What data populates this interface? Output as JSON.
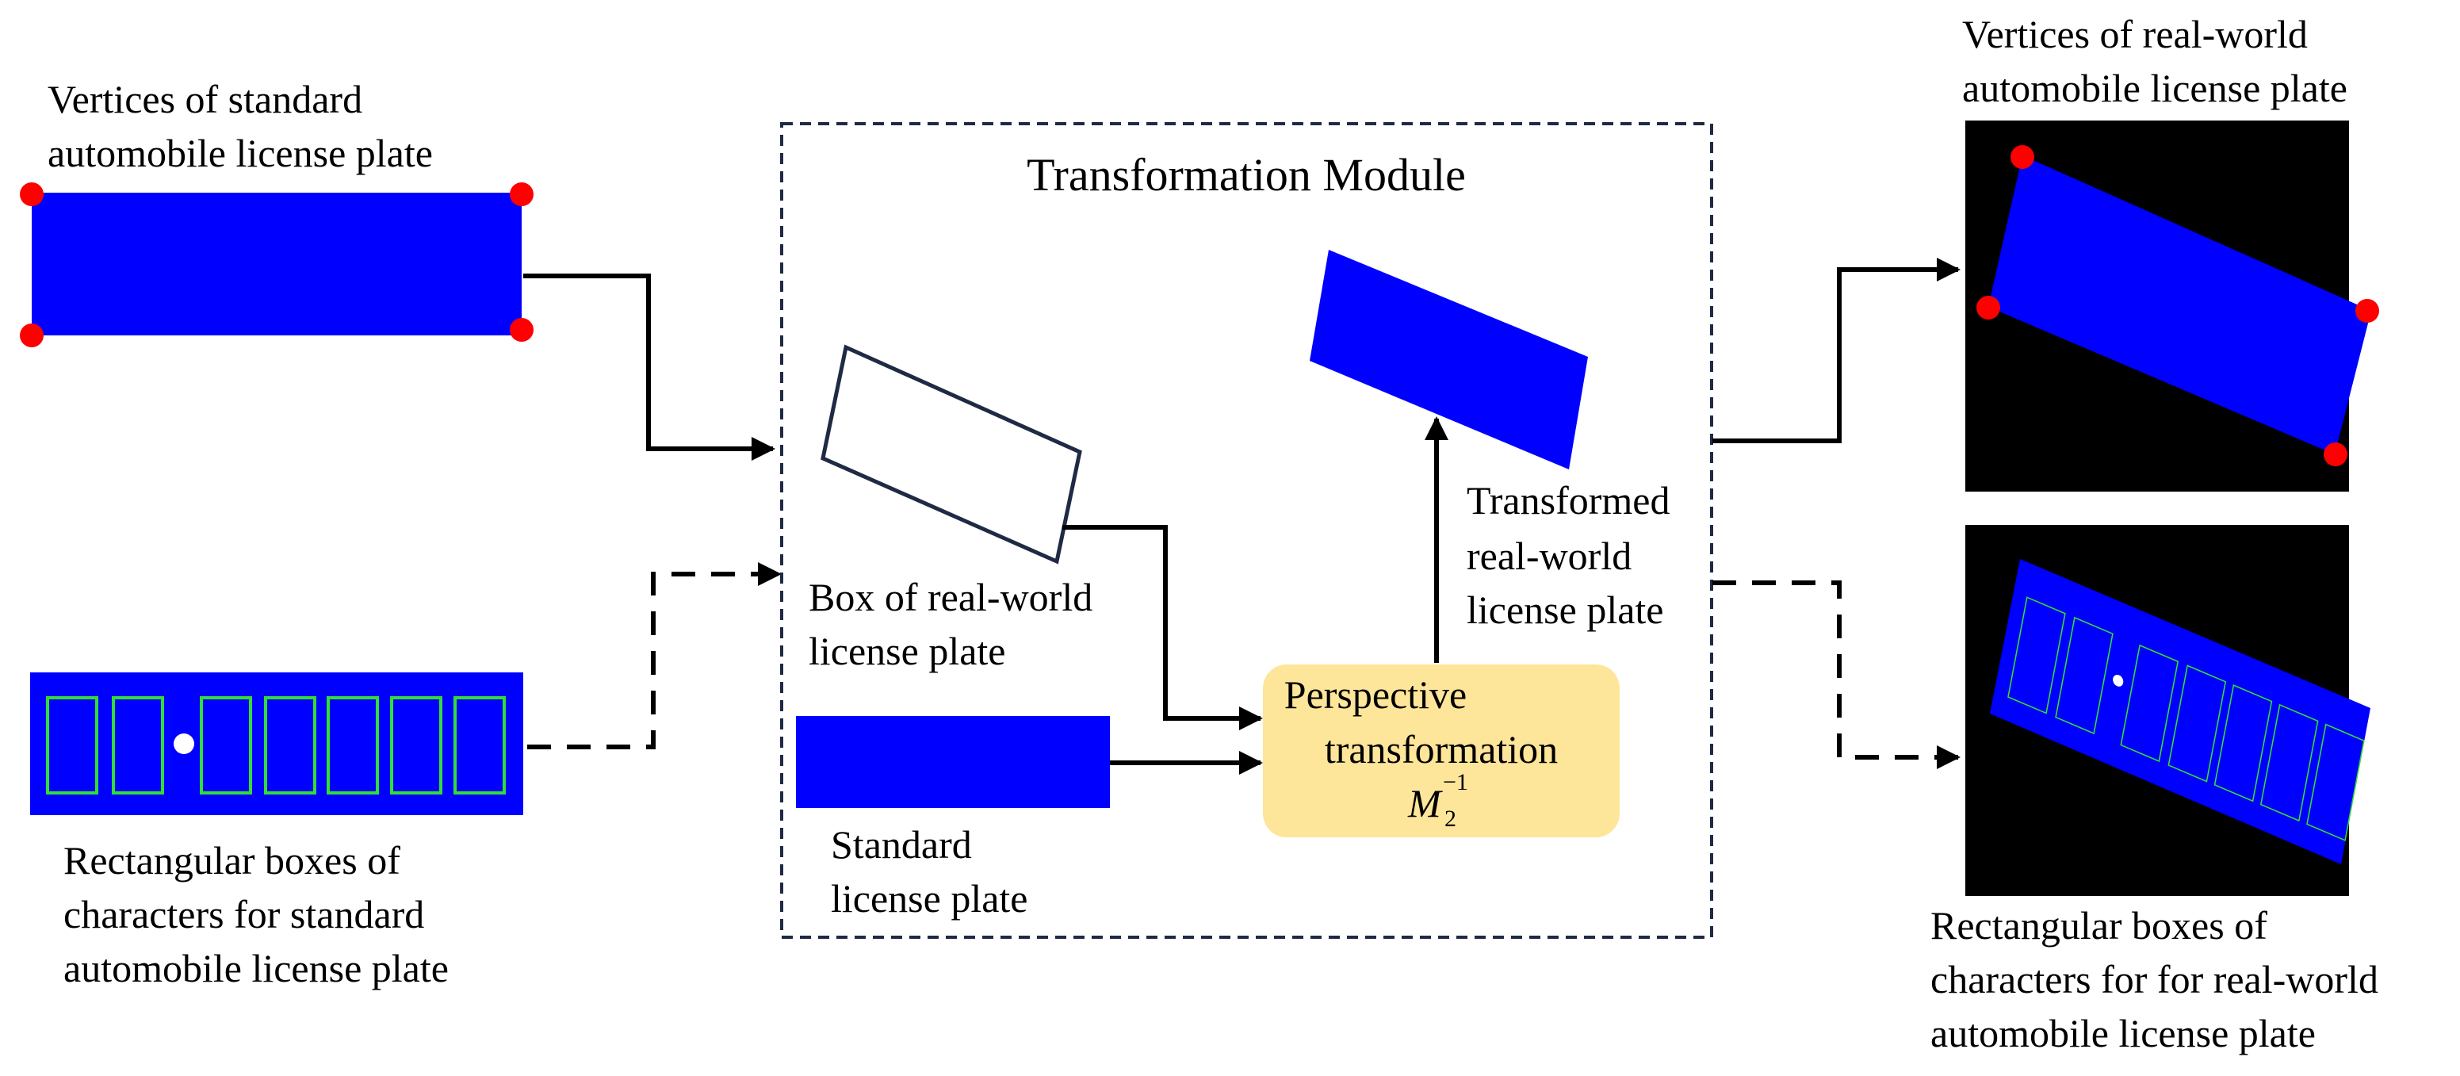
{
  "colors": {
    "plate_blue": "#0000ff",
    "vertex_red": "#ff0000",
    "char_box_green": "#33dd33",
    "module_border": "#1f2a44",
    "perspective_fill": "#fde59a",
    "image_bg": "#000000",
    "dot_white": "#ffffff"
  },
  "labels": {
    "std_vertices": [
      "Vertices of standard",
      "automobile license plate"
    ],
    "std_char_boxes": [
      "Rectangular boxes of",
      "characters for standard",
      "automobile license plate"
    ],
    "module_title": "Transformation Module",
    "box_real_world": [
      "Box of real-world",
      "license plate"
    ],
    "standard_plate": [
      "Standard",
      "license plate"
    ],
    "perspective": [
      "Perspective",
      "transformation"
    ],
    "matrix": {
      "base": "M",
      "subscript": "2",
      "superscript": "−1"
    },
    "transformed": [
      "Transformed",
      "real-world",
      "license plate"
    ],
    "rw_vertices": [
      "Vertices of real-world",
      "automobile  license plate"
    ],
    "rw_char_boxes": [
      "Rectangular boxes of",
      "characters for for real-world",
      "automobile  license plate"
    ]
  }
}
